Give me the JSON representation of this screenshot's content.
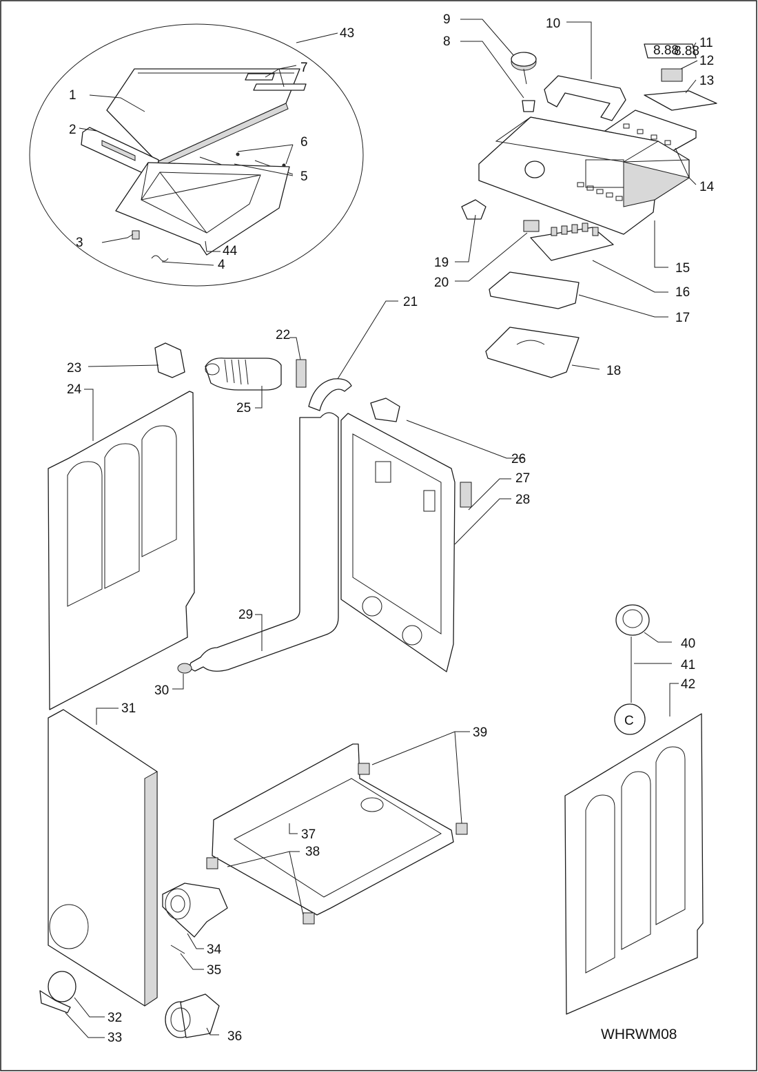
{
  "diagram_code": "WHRWM08",
  "callouts": [
    "1",
    "2",
    "3",
    "4",
    "5",
    "6",
    "7",
    "8",
    "9",
    "10",
    "11",
    "12",
    "13",
    "14",
    "15",
    "16",
    "17",
    "18",
    "19",
    "20",
    "21",
    "22",
    "23",
    "24",
    "25",
    "26",
    "27",
    "28",
    "29",
    "30",
    "31",
    "32",
    "33",
    "34",
    "35",
    "36",
    "37",
    "38",
    "39",
    "40",
    "41",
    "42",
    "43",
    "44"
  ],
  "colors": {
    "line": "#1a1a1a",
    "background": "#ffffff",
    "shade": "#d8d8d8"
  }
}
